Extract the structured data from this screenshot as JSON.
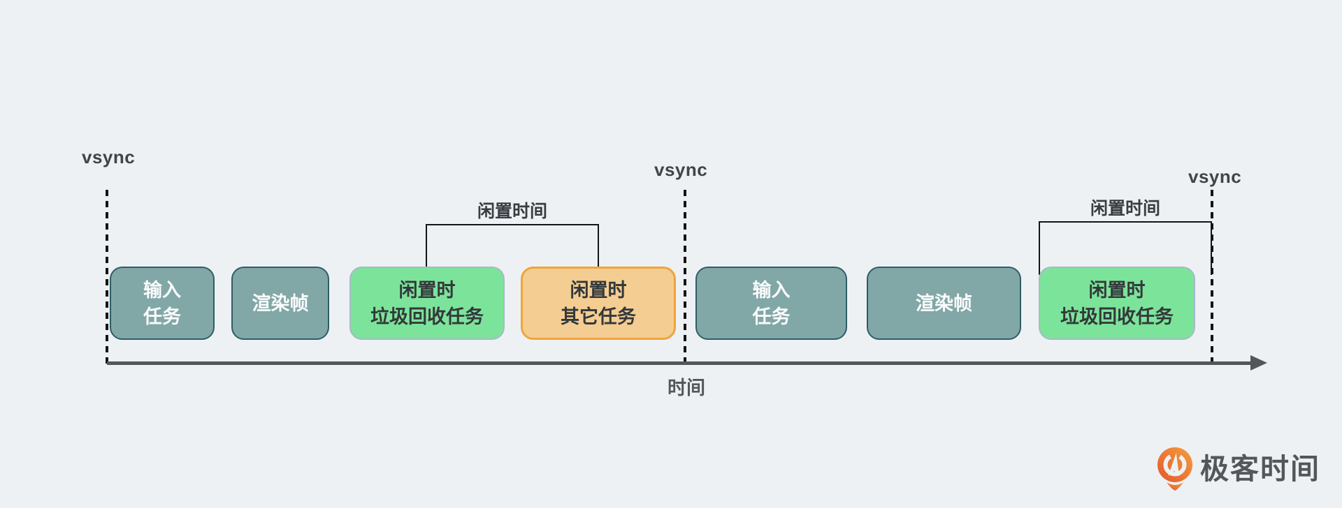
{
  "diagram": {
    "vsync_labels": [
      "vsync",
      "vsync",
      "vsync"
    ],
    "idle_time_labels": [
      "闲置时间",
      "闲置时间"
    ],
    "time_axis_label": "时间",
    "blocks": [
      {
        "label": "输入\n任务",
        "type": "task"
      },
      {
        "label": "渲染帧",
        "type": "task"
      },
      {
        "label": "闲置时\n垃圾回收任务",
        "type": "idle-gc"
      },
      {
        "label": "闲置时\n其它任务",
        "type": "idle-other"
      },
      {
        "label": "输入\n任务",
        "type": "task"
      },
      {
        "label": "渲染帧",
        "type": "task"
      },
      {
        "label": "闲置时\n垃圾回收任务",
        "type": "idle-gc"
      }
    ]
  },
  "branding": {
    "logo_text": "极客时间"
  },
  "colors": {
    "background": "#EDF1F4",
    "task_fill": "#82A7A7",
    "task_border": "#2E5D66",
    "task_text": "#FBFCFC",
    "idle_gc_fill": "#7CE49A",
    "idle_gc_border": "#A6BAC6",
    "idle_other_fill": "#F4CD92",
    "idle_other_border": "#EFA43C",
    "dark_text": "#33383B",
    "axis": "#54575A",
    "dashed_line": "#141414",
    "logo_orange_top": "#F49F3D",
    "logo_orange_bottom": "#E4572D"
  }
}
